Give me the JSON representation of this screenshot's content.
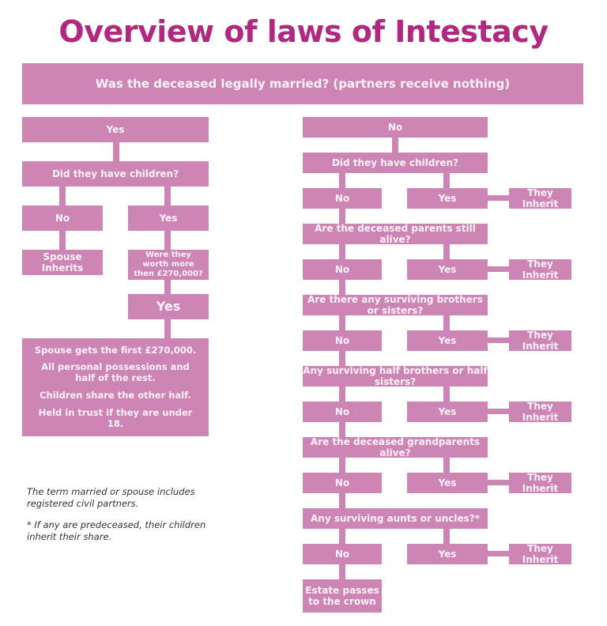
{
  "title": "Overview of laws of Intestacy",
  "colors": {
    "title": "#b0287f",
    "box": "#cd85b5",
    "box_text": "#fdf2f8"
  },
  "header": {
    "question": "Was the deceased legally married? (partners receive nothing)"
  },
  "left_branch": {
    "answer": "Yes",
    "question": "Did they have children?",
    "no_label": "No",
    "yes_label": "Yes",
    "no_outcome": "Spouse Inherits",
    "worth_question": "Were they worth more then £270,000?",
    "worth_answer": "Yes",
    "outcome_lines": [
      "Spouse gets the first £270,000.",
      "All personal possessions and half of the rest.",
      "Children share the other half.",
      "Held in trust if they are under 18."
    ]
  },
  "notes": [
    "The term married or spouse includes registered civil partners.",
    "* If any are predeceased, their children inherit their share."
  ],
  "right_branch": {
    "answer": "No",
    "steps": [
      {
        "question": "Did they have children?",
        "no": "No",
        "yes": "Yes",
        "outcome": "They Inherit"
      },
      {
        "question": "Are the deceased parents still alive?",
        "no": "No",
        "yes": "Yes",
        "outcome": "They Inherit"
      },
      {
        "question": "Are there any surviving brothers or sisters?",
        "no": "No",
        "yes": "Yes",
        "outcome": "They Inherit"
      },
      {
        "question": "Any surviving half brothers or half sisters?",
        "no": "No",
        "yes": "Yes",
        "outcome": "They Inherit"
      },
      {
        "question": "Are the deceased grandparents alive?",
        "no": "No",
        "yes": "Yes",
        "outcome": "They Inherit"
      },
      {
        "question": "Any surviving aunts or uncles?*",
        "no": "No",
        "yes": "Yes",
        "outcome": "They Inherit"
      }
    ],
    "final_outcome": "Estate passes to the crown"
  }
}
